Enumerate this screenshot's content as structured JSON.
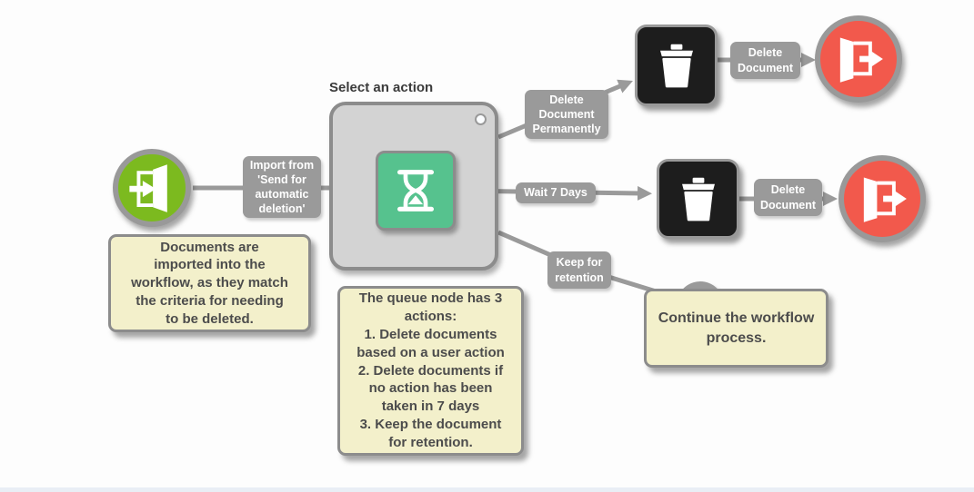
{
  "diagram": {
    "title": "Select an action",
    "queue_node": {
      "title": "Select an action",
      "icon": "hourglass-icon",
      "color": "#56c28e"
    },
    "start_node": {
      "icon": "import-door-icon",
      "color": "#7cba1f"
    },
    "end_nodes": {
      "icon": "exit-door-icon",
      "color": "#f2594c"
    },
    "trash_nodes": {
      "icon": "trash-icon",
      "color": "#1d1d1d"
    },
    "edge_labels": {
      "import": "Import from\n'Send for\nautomatic\ndeletion'",
      "delete_permanently": "Delete\nDocument\nPermanently",
      "wait": "Wait 7 Days",
      "keep": "Keep for\nretention",
      "delete_document_1": "Delete\nDocument",
      "delete_document_2": "Delete\nDocument"
    },
    "notes": {
      "import_note": "Documents are\nimported into the\nworkflow, as they match\nthe criteria for needing\nto be deleted.",
      "queue_note": "The queue node has 3\nactions:\n1. Delete documents\nbased on a user action\n2. Delete documents if\nno action has been\ntaken in 7 days\n3. Keep the document\nfor retention.",
      "continue_note": "Continue the workflow\nprocess."
    },
    "colors": {
      "connector_gray": "#9a9a9a",
      "label_gray": "#9a9a9a",
      "queue_fill": "#d3d3d3",
      "note_bg": "#f3f0cb",
      "start_green": "#7cba1f",
      "action_green": "#56c28e",
      "end_red": "#f2594c",
      "trash_black": "#1d1d1d"
    }
  }
}
